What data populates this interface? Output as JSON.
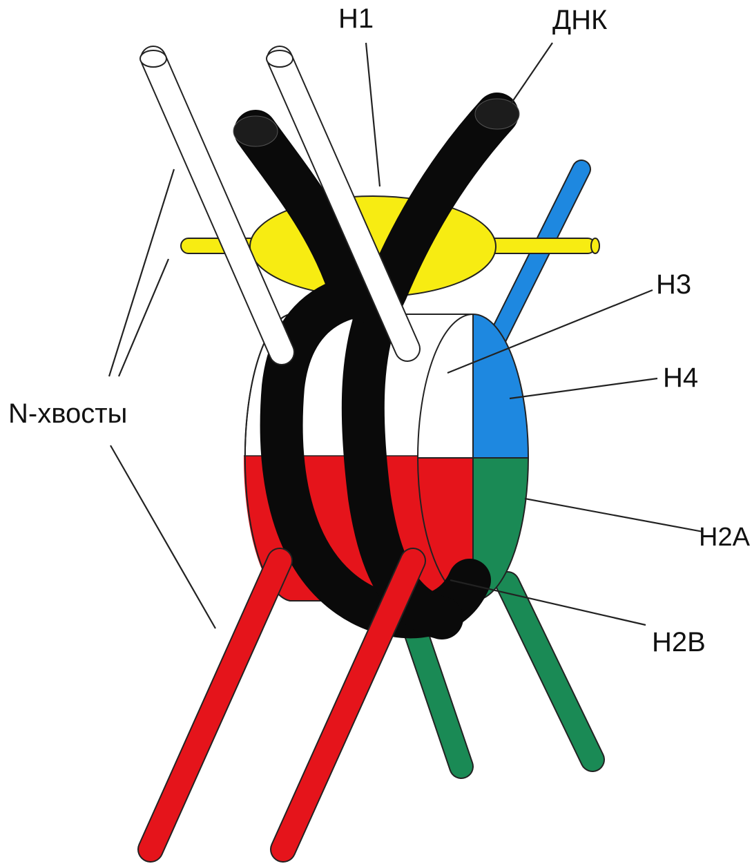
{
  "labels": {
    "h1": "H1",
    "dna": "ДНК",
    "h3": "H3",
    "h4": "H4",
    "n_tails": "N-хвосты",
    "h2a": "H2A",
    "h2b": "H2B"
  },
  "colors": {
    "h1": "#f7ec12",
    "h3": "#ffffff",
    "h4": "#1e88e0",
    "h2a": "#1a8a55",
    "h2b": "#e5141b",
    "dna": "#0a0a0a",
    "n_tails": "#ffffff"
  }
}
